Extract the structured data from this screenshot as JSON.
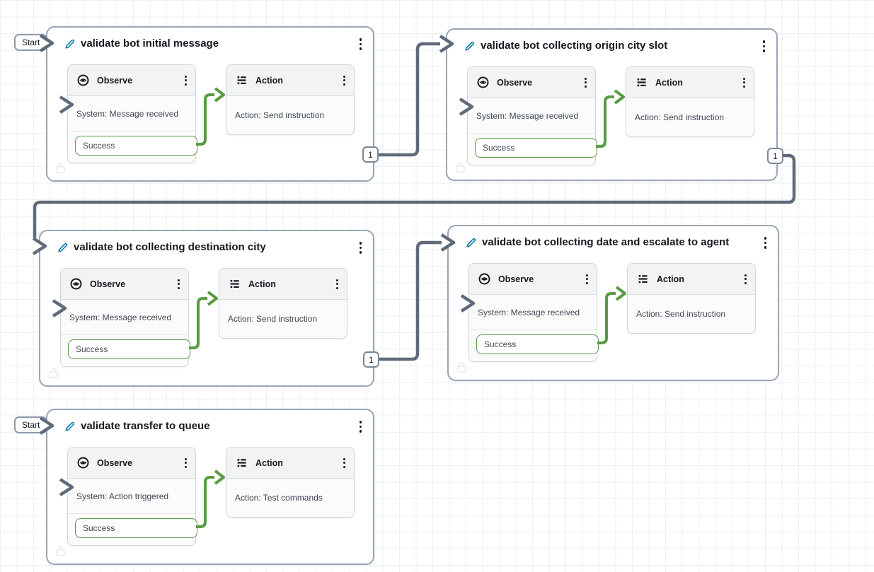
{
  "app": {
    "name": "test-workbench-flow-canvas"
  },
  "colors": {
    "connector_gray": "#5f6b7a",
    "success_green": "#579b42",
    "block_border": "#9aa5b5",
    "edit_blue": "#0b7dab",
    "card_header_bg": "#f2f3f3"
  },
  "start_label": "Start",
  "icons": {
    "edit": "pencil-icon",
    "observe": "eye-icon",
    "action": "list-icon",
    "menu": "kebab-menu-icon",
    "lock": "lock-icon"
  },
  "blocks": [
    {
      "title": "validate bot initial message",
      "has_start": true,
      "badge": "1",
      "observe": {
        "label": "Observe",
        "body": "System: Message received",
        "port": "Success"
      },
      "action": {
        "label": "Action",
        "body": "Action: Send instruction"
      }
    },
    {
      "title": "validate bot collecting origin city slot",
      "has_start": false,
      "badge": "1",
      "observe": {
        "label": "Observe",
        "body": "System: Message received",
        "port": "Success"
      },
      "action": {
        "label": "Action",
        "body": "Action: Send instruction"
      }
    },
    {
      "title": "validate bot collecting destination city",
      "has_start": false,
      "badge": "1",
      "observe": {
        "label": "Observe",
        "body": "System: Message received",
        "port": "Success"
      },
      "action": {
        "label": "Action",
        "body": "Action: Send instruction"
      }
    },
    {
      "title": "validate bot collecting date and escalate to agent",
      "has_start": false,
      "badge": null,
      "observe": {
        "label": "Observe",
        "body": "System: Message received",
        "port": "Success"
      },
      "action": {
        "label": "Action",
        "body": "Action: Send instruction"
      }
    },
    {
      "title": "validate transfer to queue",
      "has_start": true,
      "badge": null,
      "observe": {
        "label": "Observe",
        "body": "System: Action triggered",
        "port": "Success"
      },
      "action": {
        "label": "Action",
        "body": "Action: Test commands"
      }
    }
  ]
}
